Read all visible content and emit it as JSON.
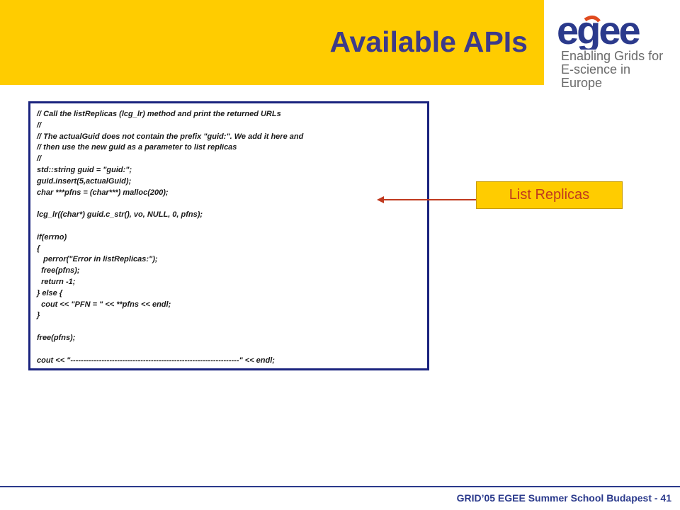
{
  "title": "Available APIs",
  "logo": {
    "word": "egee",
    "tagline_line1": "Enabling Grids for",
    "tagline_line2": "E-science in Europe"
  },
  "code_lines": [
    "// Call the listReplicas (lcg_lr) method and print the returned URLs",
    "//",
    "// The actualGuid does not contain the prefix \"guid:\". We add it here and",
    "// then use the new guid as a parameter to list replicas",
    "//",
    "std::string guid = \"guid:\";",
    "guid.insert(5,actualGuid);",
    "char ***pfns = (char***) malloc(200);",
    "",
    "lcg_lr((char*) guid.c_str(), vo, NULL, 0, pfns);",
    "",
    "if(errno)",
    "{",
    "   perror(\"Error in listReplicas:\");",
    "  free(pfns);",
    "  return -1;",
    "} else {",
    "  cout << \"PFN = \" << **pfns << endl;",
    "}",
    "",
    "free(pfns);",
    "",
    "cout << \"-----------------------------------------------------------------\" << endl;"
  ],
  "callout": {
    "label": "List Replicas"
  },
  "footer": {
    "text": "GRID’05 EGEE Summer School Budapest - 41"
  },
  "colors": {
    "accent_yellow": "#ffcc00",
    "navy": "#2b3a8c",
    "title": "#3d3a8a",
    "callout_text": "#c0391f",
    "arrow": "#c0391f"
  }
}
